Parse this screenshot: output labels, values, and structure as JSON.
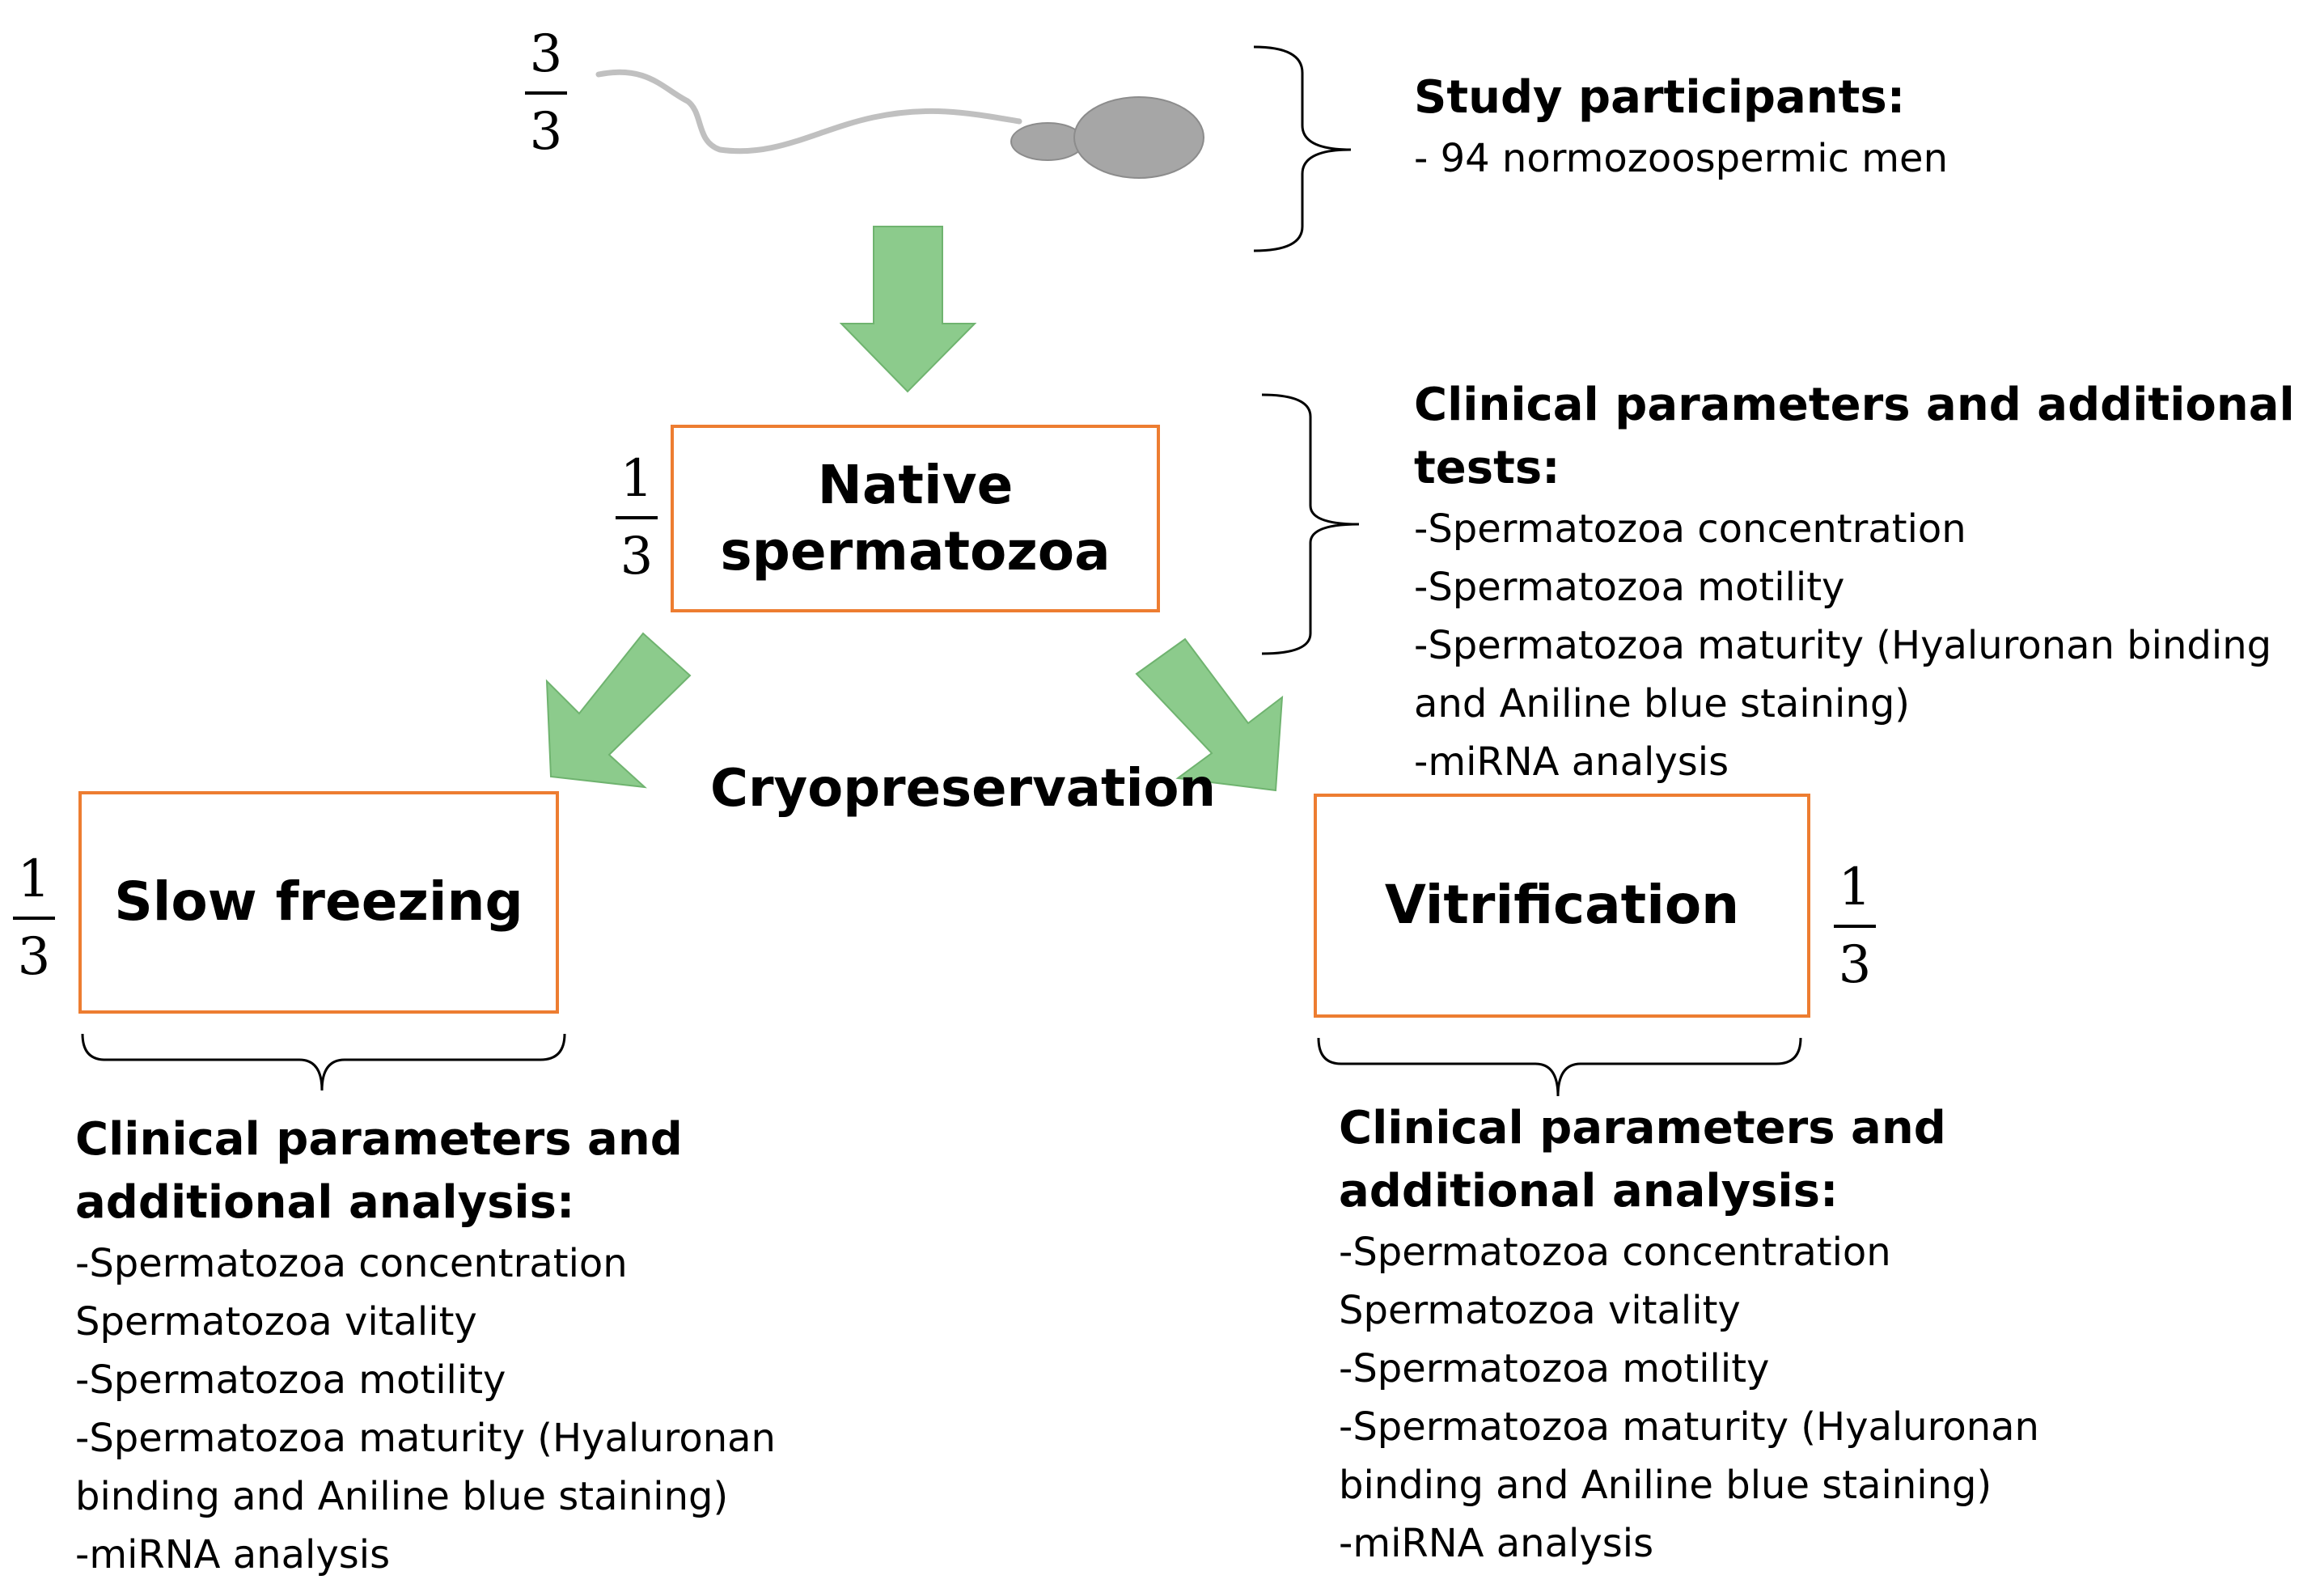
{
  "diagram": {
    "colors": {
      "box_border": "#ED7D31",
      "arrow_fill": "#8CCB8C",
      "arrow_stroke": "#6FB36F",
      "sperm_fill": "#A6A6A6",
      "sperm_tail": "#C0C0C0"
    },
    "fractions": {
      "top": {
        "num": "3",
        "den": "3"
      },
      "native": {
        "num": "1",
        "den": "3"
      },
      "slow": {
        "num": "1",
        "den": "3"
      },
      "vitrification": {
        "num": "1",
        "den": "3"
      }
    },
    "boxes": {
      "native": [
        "Native",
        "spermatozoa"
      ],
      "slow": "Slow freezing",
      "vitrification": "Vitrification"
    },
    "cryopreservation_label": "Cryopreservation",
    "study_participants": {
      "heading": "Study participants:",
      "lines": [
        "- 94 normozoospermic men"
      ]
    },
    "native_tests": {
      "heading": "Clinical parameters and additional tests:",
      "lines": [
        "-Spermatozoa concentration",
        "-Spermatozoa motility",
        "-Spermatozoa maturity (Hyaluronan binding",
        "and Aniline blue staining)",
        "-miRNA analysis"
      ]
    },
    "slow_analysis": {
      "heading": [
        "Clinical parameters and",
        "additional analysis:"
      ],
      "lines": [
        "-Spermatozoa concentration",
        "Spermatozoa vitality",
        "-Spermatozoa motility",
        "-Spermatozoa maturity (Hyaluronan",
        "binding and Aniline blue staining)",
        "-miRNA analysis"
      ]
    },
    "vitrification_analysis": {
      "heading": [
        "Clinical parameters and",
        "additional analysis:"
      ],
      "lines": [
        "-Spermatozoa concentration",
        "Spermatozoa vitality",
        "-Spermatozoa motility",
        "-Spermatozoa maturity (Hyaluronan",
        "binding and Aniline blue staining)",
        "-miRNA analysis"
      ]
    }
  }
}
